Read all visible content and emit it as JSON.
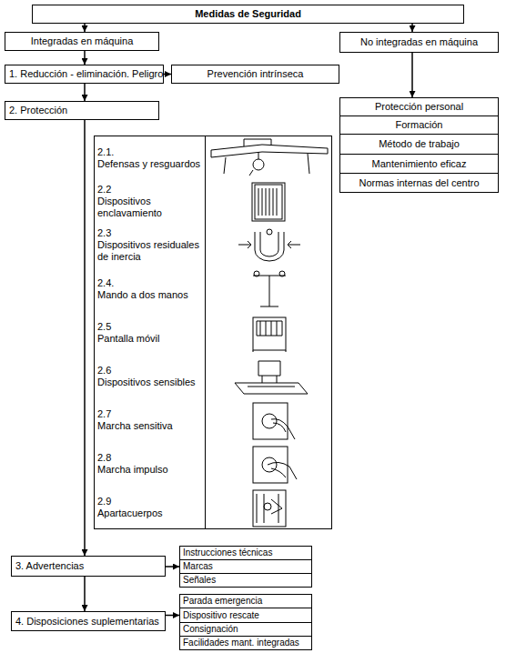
{
  "diagram": {
    "nodes": [
      {
        "text": [
          "Medidas de Seguridad"
        ]
      },
      {
        "text": [
          "Integradas en máquina"
        ]
      },
      {
        "text": [
          "No integradas en máquina"
        ]
      },
      {
        "text": [
          "1. Reducción - eliminación. Peligro"
        ]
      },
      {
        "text": [
          "Prevención intrínseca"
        ]
      },
      {
        "text": [
          "Protección personal"
        ]
      },
      {
        "text": [
          "Formación"
        ]
      },
      {
        "text": [
          "Método de trabajo"
        ]
      },
      {
        "text": [
          "Mantenimiento eficaz"
        ]
      },
      {
        "text": [
          "Normas internas del centro"
        ]
      },
      {
        "text": [
          "2. Protección"
        ]
      },
      {
        "text": [
          "2.1.",
          "Defensas y resguardos"
        ]
      },
      {
        "text": [
          "2.2",
          "Dispositivos enclavamiento"
        ]
      },
      {
        "text": [
          "2.3",
          "Dispositivos residuales de inercia"
        ]
      },
      {
        "text": [
          "2.4.",
          "Mando a dos manos"
        ]
      },
      {
        "text": [
          "2.5",
          "Pantalla móvil"
        ]
      },
      {
        "text": [
          "2.6",
          "Dispositivos sensibles"
        ]
      },
      {
        "text": [
          "2.7",
          "Marcha sensitiva"
        ]
      },
      {
        "text": [
          "2.8",
          "Marcha impulso"
        ]
      },
      {
        "text": [
          "2.9",
          "Apartacuerpos"
        ]
      },
      {
        "text": [
          "3. Advertencias"
        ]
      },
      {
        "text": [
          "Instrucciones técnicas"
        ]
      },
      {
        "text": [
          "Marcas"
        ]
      },
      {
        "text": [
          "Señales"
        ]
      },
      {
        "text": [
          "4. Disposiciones suplementarias"
        ]
      },
      {
        "text": [
          "Parada emergencia"
        ]
      },
      {
        "text": [
          "Dispositivo rescate"
        ]
      },
      {
        "text": [
          "Consignación"
        ]
      },
      {
        "text": [
          "Facilidades mant. integradas"
        ]
      }
    ],
    "edges": [
      {
        "from": 0,
        "to": 1,
        "arrow": "to"
      },
      {
        "from": 0,
        "to": 2,
        "arrow": "to"
      },
      {
        "from": 1,
        "to": 3,
        "arrow": "to"
      },
      {
        "from": 3,
        "to": 4,
        "arrow": "to"
      },
      {
        "from": 3,
        "to": 10,
        "arrow": "to"
      },
      {
        "from": 10,
        "to": 20,
        "arrow": "to"
      },
      {
        "from": 20,
        "to": 24,
        "arrow": "to"
      },
      {
        "from": 20,
        "to": 22,
        "arrow": "to"
      },
      {
        "from": 24,
        "to": 26,
        "arrow": "to"
      },
      {
        "from": 2,
        "to": 5,
        "arrow": "to"
      }
    ]
  }
}
